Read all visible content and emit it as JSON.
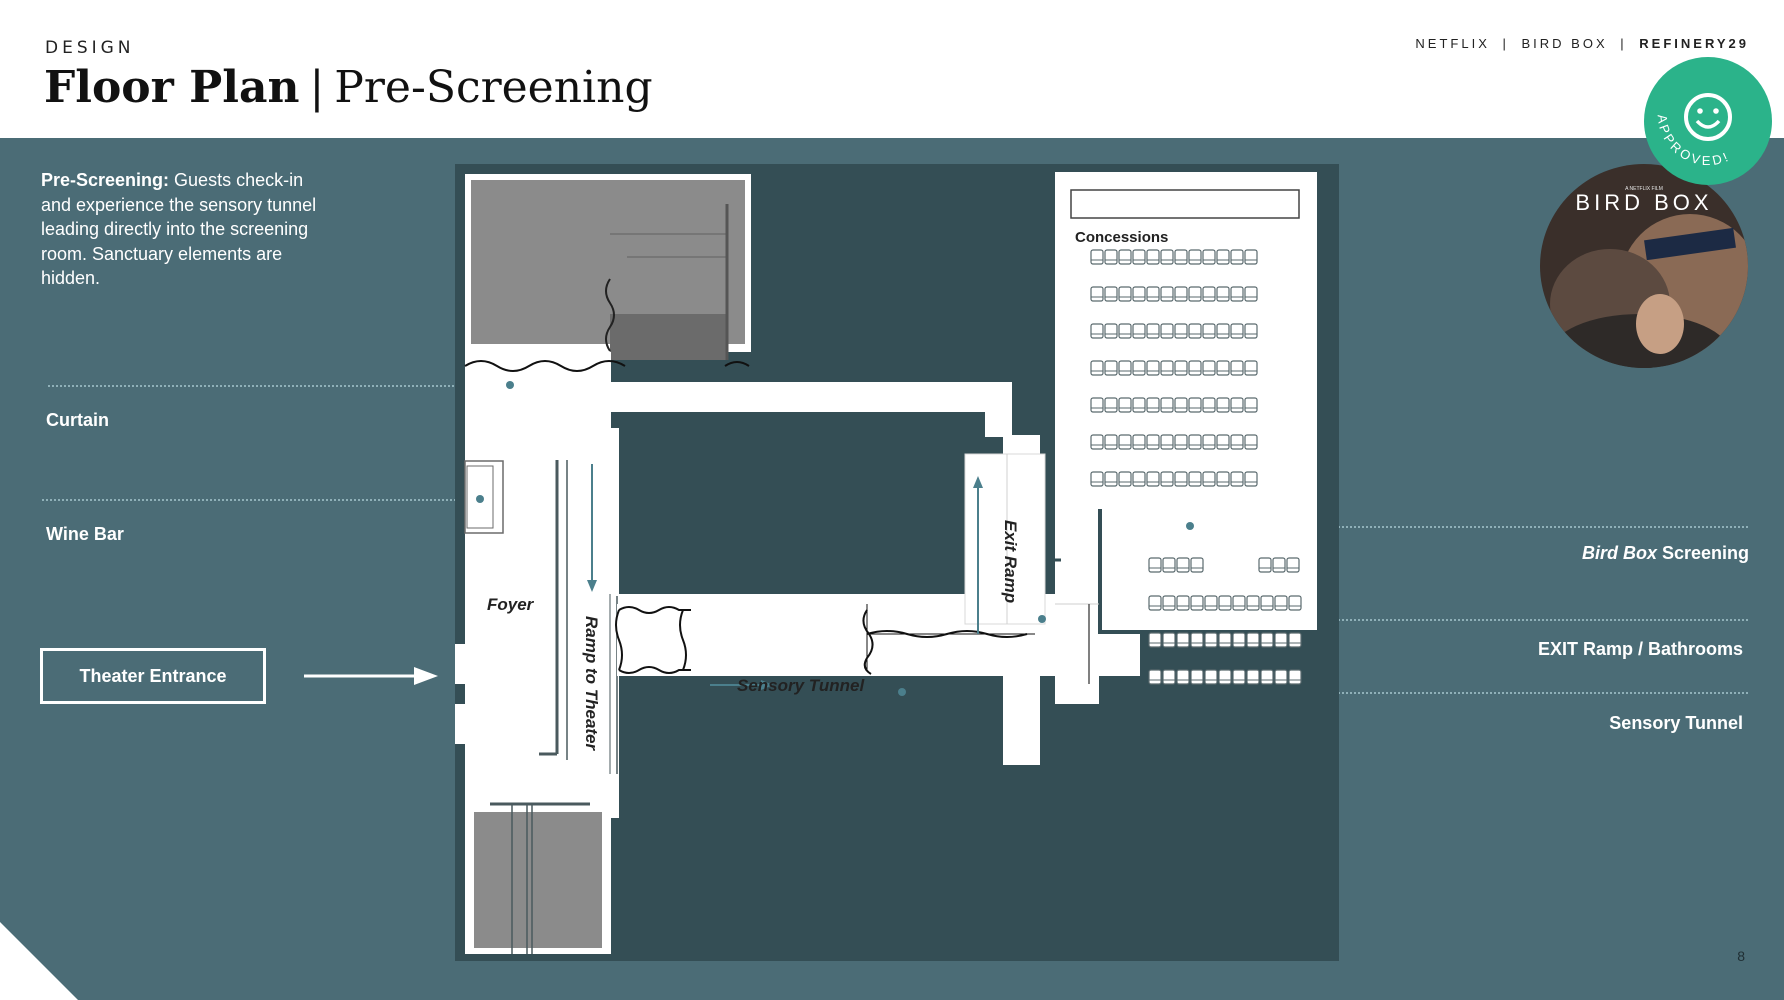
{
  "header": {
    "kicker": "DESIGN",
    "title_bold": "Floor Plan",
    "title_sep": "|",
    "title_sub": "Pre-Screening",
    "brands": [
      "NETFLIX",
      "BIRD BOX",
      "REFINERY29"
    ],
    "brand_sep": "|"
  },
  "description": {
    "lead": "Pre-Screening:",
    "body": " Guests check-in and experience the sensory tunnel leading directly into the screening room. Sanctuary elements are hidden."
  },
  "left_labels": {
    "curtain": "Curtain",
    "wine_bar": "Wine Bar",
    "theater_entrance": "Theater Entrance"
  },
  "right_labels": {
    "bird_box_italic": "Bird Box",
    "screening": " Screening",
    "exit_ramp": "EXIT Ramp / Bathrooms",
    "sensory_tunnel": "Sensory Tunnel"
  },
  "plan_labels": {
    "concessions": "Concessions",
    "foyer": "Foyer",
    "ramp_to_theater": "Ramp to Theater",
    "sensory_tunnel": "Sensory Tunnel",
    "exit_ramp": "Exit Ramp"
  },
  "poster": {
    "subtitle": "A NETFLIX FILM",
    "title": "BIRD BOX"
  },
  "badge": {
    "text": "APPROVED!"
  },
  "page_number": "8",
  "colors": {
    "background_band": "#4b6c76",
    "plan_dark": "#344e55",
    "badge_green": "#2bb38a",
    "accent_line": "#4b7f8c"
  }
}
